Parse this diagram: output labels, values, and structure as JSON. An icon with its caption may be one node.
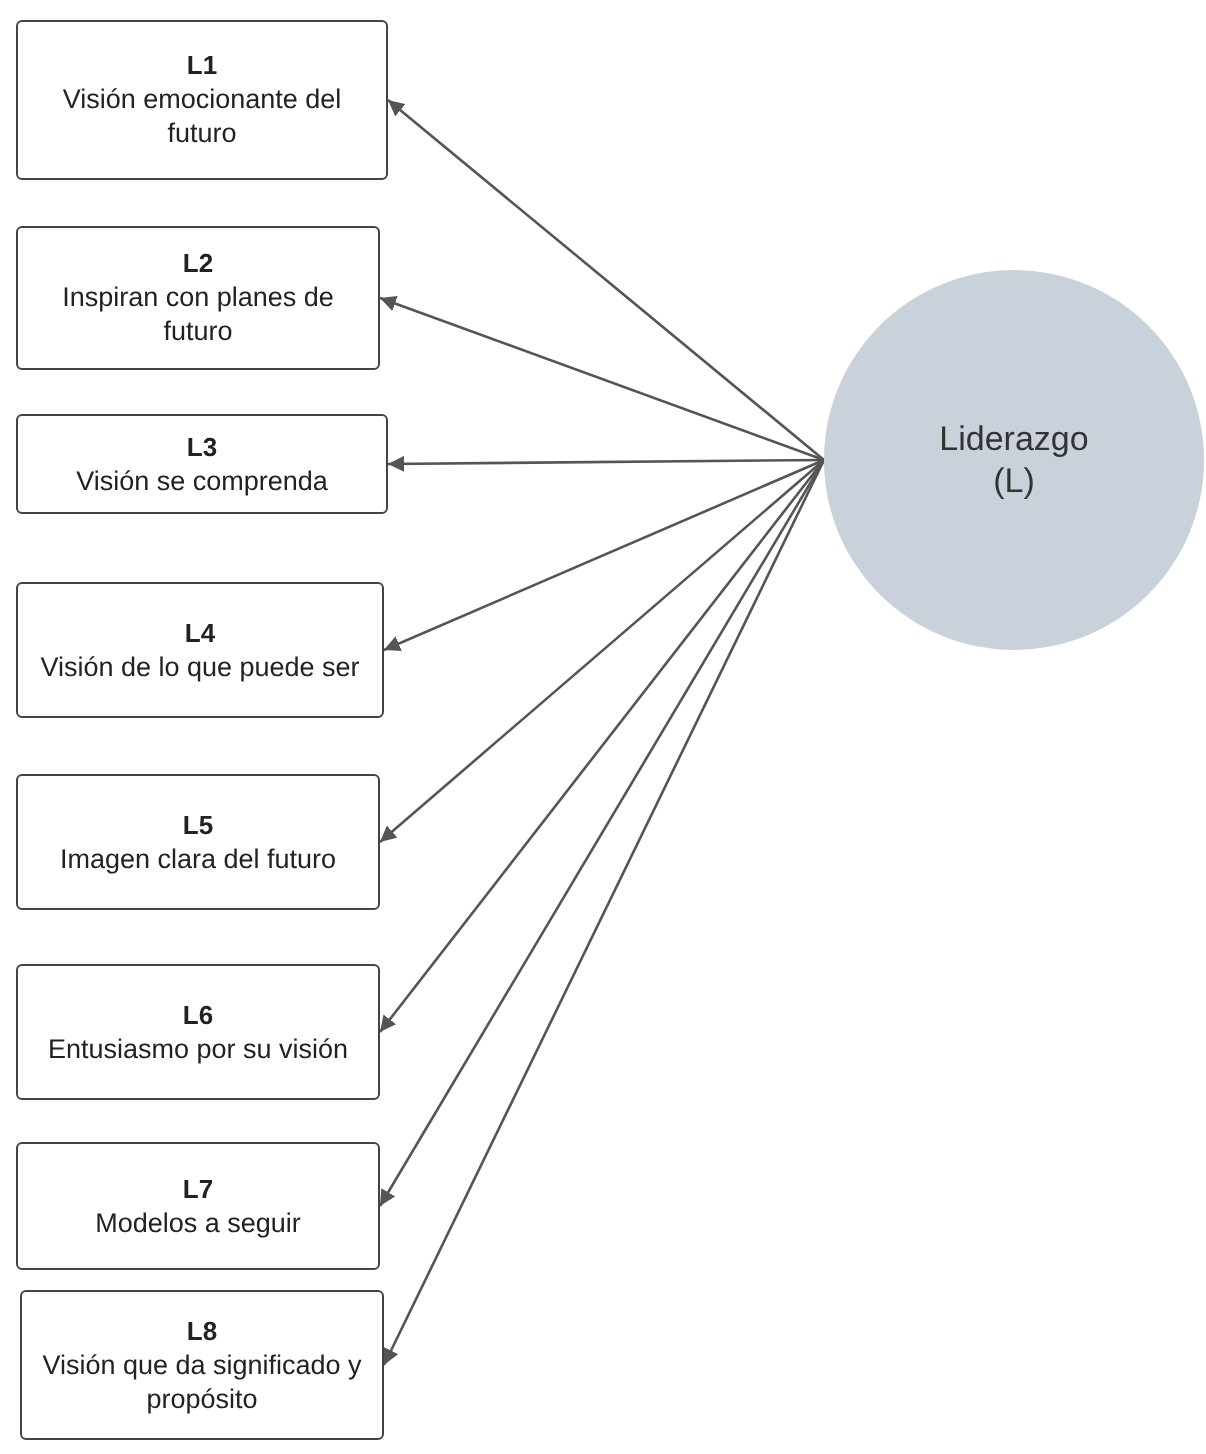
{
  "diagram": {
    "nodes": [
      {
        "text": [
          "L1",
          "Visión emocionante del futuro"
        ]
      },
      {
        "text": [
          "L2",
          "Inspiran con planes de futuro"
        ]
      },
      {
        "text": [
          "L3",
          "Visión se comprenda"
        ]
      },
      {
        "text": [
          "L4",
          "Visión de lo que puede ser"
        ]
      },
      {
        "text": [
          "L5",
          "Imagen clara del futuro"
        ]
      },
      {
        "text": [
          "L6",
          "Entusiasmo por su visión"
        ]
      },
      {
        "text": [
          "L7",
          "Modelos a seguir"
        ]
      },
      {
        "text": [
          "L8",
          "Visión que da significado y propósito"
        ]
      },
      {
        "text": [
          "Liderazgo (L)"
        ]
      }
    ],
    "edges": [
      {
        "from": 8,
        "to": 0,
        "arrow": "to"
      },
      {
        "from": 8,
        "to": 1,
        "arrow": "to"
      },
      {
        "from": 8,
        "to": 2,
        "arrow": "to"
      },
      {
        "from": 8,
        "to": 3,
        "arrow": "to"
      },
      {
        "from": 8,
        "to": 4,
        "arrow": "to"
      },
      {
        "from": 8,
        "to": 5,
        "arrow": "to"
      },
      {
        "from": 8,
        "to": 6,
        "arrow": "to"
      },
      {
        "from": 8,
        "to": 7,
        "arrow": "to"
      }
    ]
  }
}
